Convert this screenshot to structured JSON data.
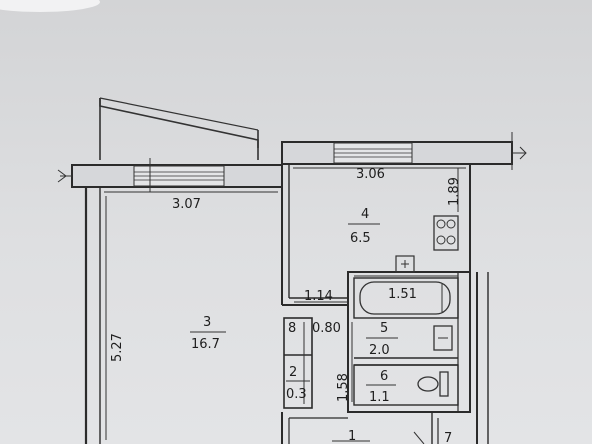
{
  "plan": {
    "rooms": [
      {
        "id": "room-1",
        "number": "1",
        "area": ""
      },
      {
        "id": "room-2",
        "number": "2",
        "area": "0.3"
      },
      {
        "id": "room-3",
        "number": "3",
        "area": "16.7"
      },
      {
        "id": "room-4",
        "number": "4",
        "area": "6.5"
      },
      {
        "id": "room-5",
        "number": "5",
        "area": "2.0"
      },
      {
        "id": "room-6",
        "number": "6",
        "area": "1.1"
      },
      {
        "id": "room-7",
        "number": "7",
        "area": ""
      },
      {
        "id": "room-8",
        "number": "8",
        "area": "0.80"
      }
    ],
    "dimensions": {
      "room3_width": "3.07",
      "room4_width": "3.06",
      "room4_depth": "1.89",
      "room3_length": "5.27",
      "hall_width": "1.14",
      "bath_width": "1.51",
      "wc_depth": "1.58"
    },
    "colors": {
      "wall": "#2b2b2b",
      "line": "#333333",
      "paper": "#dcdde0"
    }
  }
}
